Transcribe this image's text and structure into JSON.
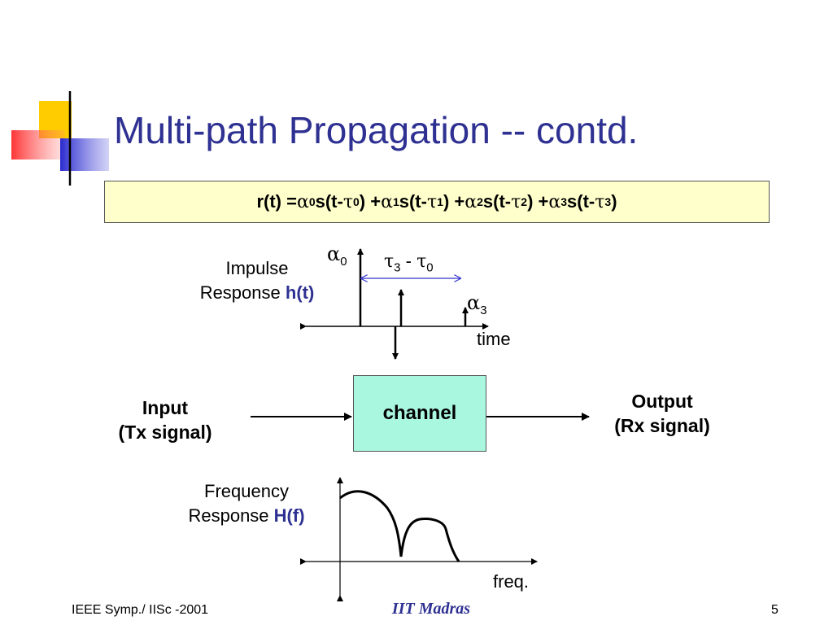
{
  "title": "Multi-path Propagation -- contd.",
  "formula": {
    "lhs": "r(t) = ",
    "terms": [
      {
        "alpha": "α",
        "alpha_sub": "0",
        "pre": " s(t-",
        "tau": "τ",
        "tau_sub": "0",
        "post": ") + "
      },
      {
        "alpha": "α",
        "alpha_sub": "1",
        "pre": " s(t-",
        "tau": "τ",
        "tau_sub": "1",
        "post": ") + "
      },
      {
        "alpha": "α",
        "alpha_sub": "2",
        "pre": " s(t-",
        "tau": "τ",
        "tau_sub": "2",
        "post": ") + "
      },
      {
        "alpha": "α",
        "alpha_sub": "3",
        "pre": " s(t-",
        "tau": "τ",
        "tau_sub": "3",
        "post": ")"
      }
    ]
  },
  "impulse": {
    "label_line1": "Impulse",
    "label_line2_prefix": "Response ",
    "label_fn": "h(t)",
    "alpha0": "α",
    "alpha0_sub": "0",
    "alpha3": "α",
    "alpha3_sub": "3",
    "tau3": "τ",
    "tau3_sub": "3",
    "tau_sep": " - ",
    "tau0": "τ",
    "tau0_sub": "0",
    "axis_label": "time"
  },
  "input": {
    "line1": "Input",
    "line2": "(Tx signal)"
  },
  "channel": {
    "label": "channel"
  },
  "output": {
    "line1": "Output",
    "line2": "(Rx signal)"
  },
  "frequency": {
    "label_line1": "Frequency",
    "label_line2_prefix": "Response ",
    "label_fn": "H(f)",
    "axis_label": "freq."
  },
  "footer": {
    "left": "IEEE Symp./ IISc -2001",
    "center": "IIT Madras",
    "right": "5"
  },
  "colors": {
    "title": "#2e3192",
    "formula_bg": "#ffffcc",
    "channel_bg": "#aaf7e0",
    "deco_yellow": "#ffcc00",
    "deco_red": "#ff3333",
    "deco_blue": "#3333cc",
    "span_arrow": "#3333cc"
  },
  "icons": [
    "title-decoration"
  ]
}
